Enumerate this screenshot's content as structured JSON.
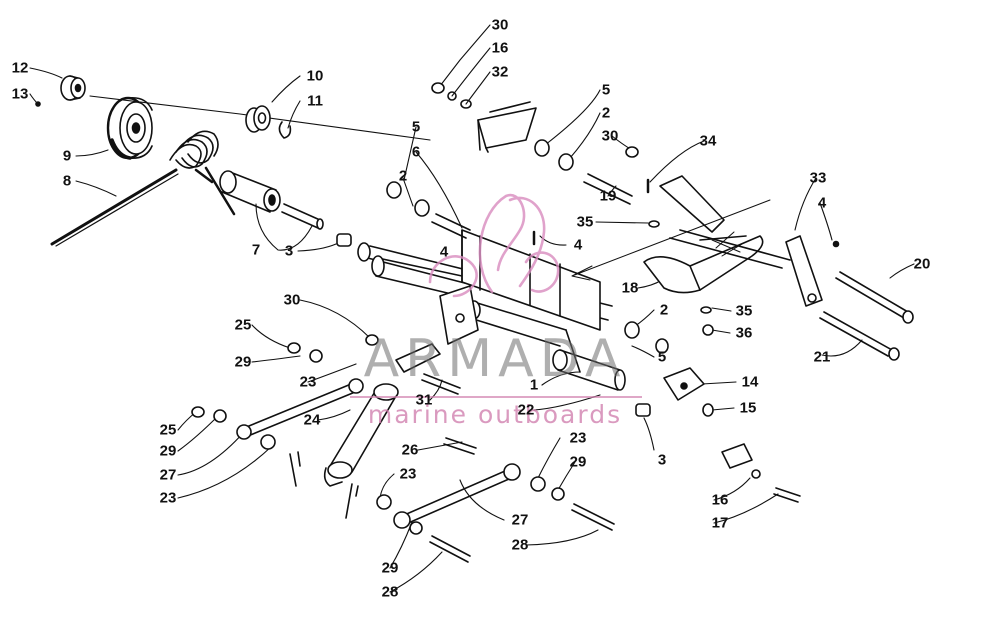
{
  "watermark": {
    "brand": "ARMADA",
    "tagline": "marine outboards",
    "logo_color": "#d98cbf",
    "text_color": "#8a8a8a"
  },
  "callouts": {
    "c1": "1",
    "c2a": "2",
    "c2b": "2",
    "c2c": "2",
    "c3a": "3",
    "c3b": "3",
    "c4a": "4",
    "c4b": "4",
    "c4c": "4",
    "c5a": "5",
    "c5b": "5",
    "c5c": "5",
    "c6": "6",
    "c7": "7",
    "c8": "8",
    "c9": "9",
    "c10": "10",
    "c11": "11",
    "c12": "12",
    "c13": "13",
    "c14": "14",
    "c15": "15",
    "c16a": "16",
    "c16b": "16",
    "c17": "17",
    "c18": "18",
    "c19": "19",
    "c20": "20",
    "c21": "21",
    "c22": "22",
    "c23a": "23",
    "c23b": "23",
    "c23c": "23",
    "c23d": "23",
    "c24": "24",
    "c25a": "25",
    "c25b": "25",
    "c26": "26",
    "c27a": "27",
    "c27b": "27",
    "c28a": "28",
    "c28b": "28",
    "c29a": "29",
    "c29b": "29",
    "c29c": "29",
    "c29d": "29",
    "c30a": "30",
    "c30b": "30",
    "c30c": "30",
    "c31": "31",
    "c32": "32",
    "c33": "33",
    "c34": "34",
    "c35a": "35",
    "c35b": "35",
    "c36": "36"
  }
}
